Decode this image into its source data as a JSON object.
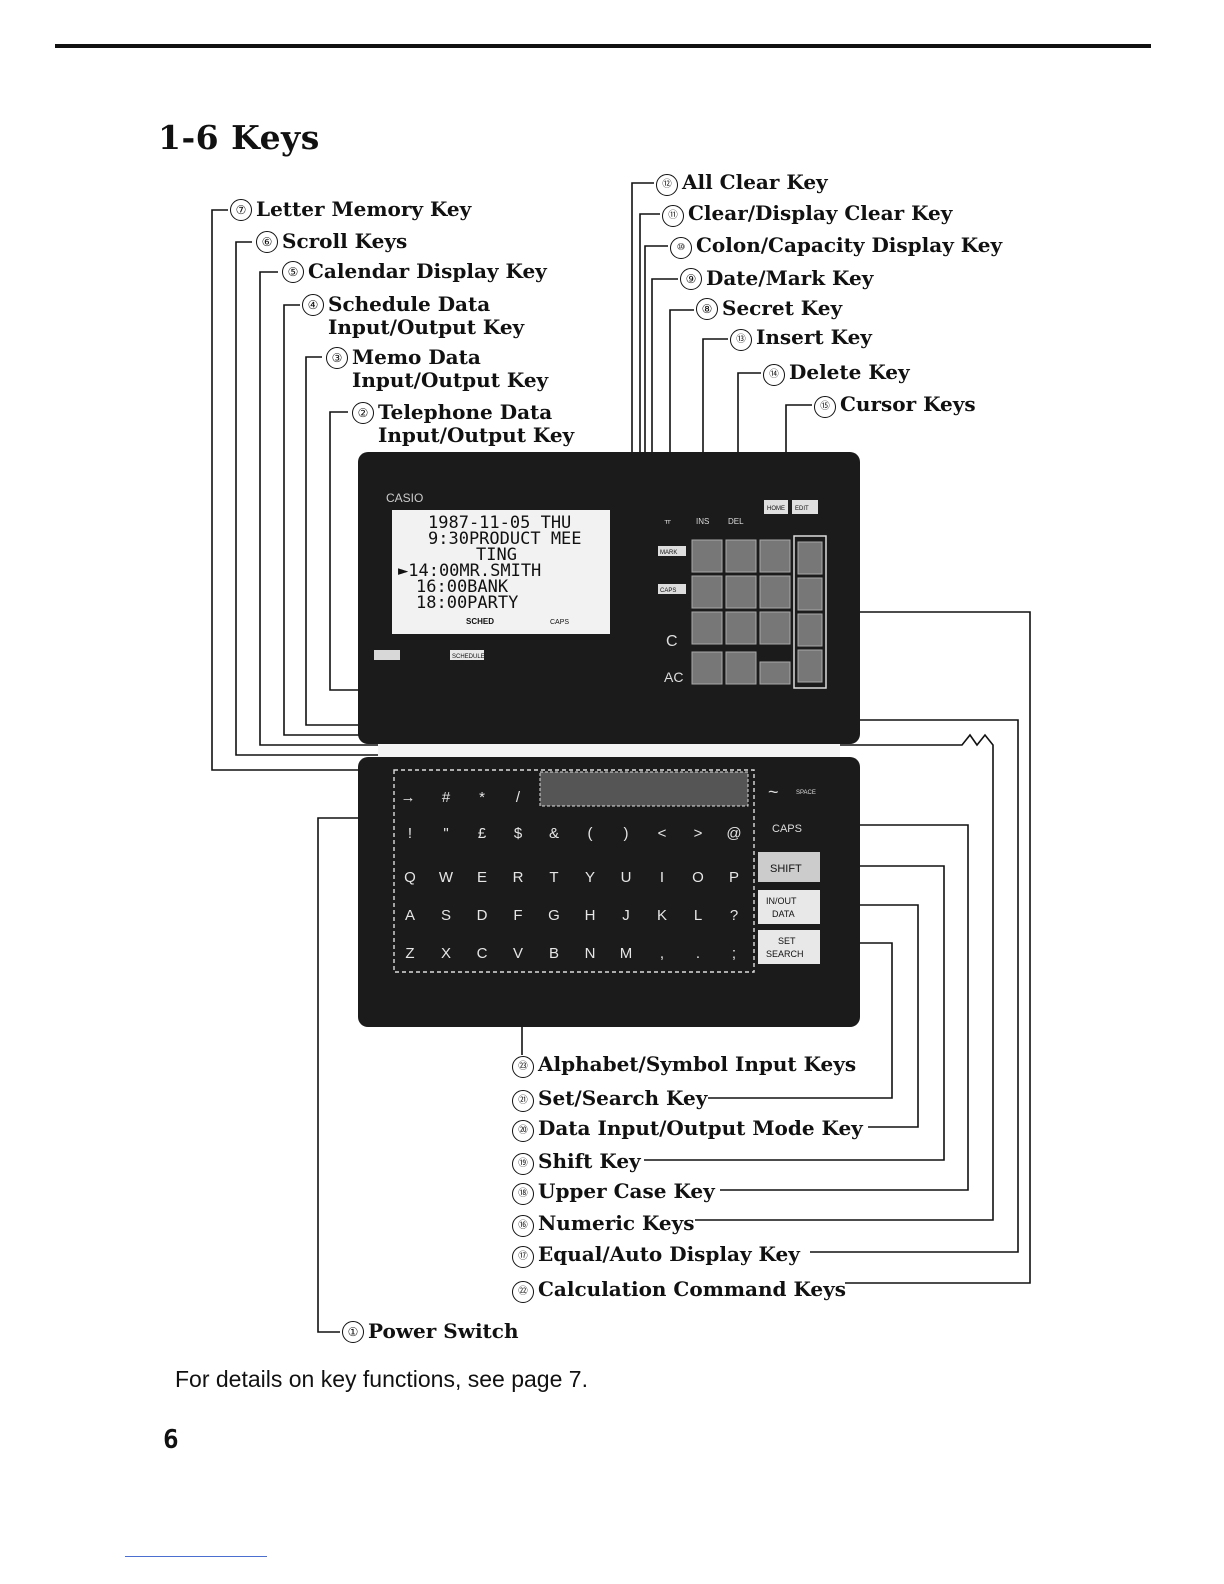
{
  "section_title": "1-6 Keys",
  "labels": [
    {
      "n": "⑦",
      "text": "Letter Memory Key"
    },
    {
      "n": "⑥",
      "text": "Scroll Keys"
    },
    {
      "n": "⑤",
      "text": "Calendar Display Key"
    },
    {
      "n": "④",
      "text": "Schedule Data",
      "text2": "Input/Output Key"
    },
    {
      "n": "③",
      "text": "Memo Data",
      "text2": "Input/Output Key"
    },
    {
      "n": "②",
      "text": "Telephone Data",
      "text2": "Input/Output Key"
    },
    {
      "n": "⑫",
      "text": "All Clear Key"
    },
    {
      "n": "⑪",
      "text": "Clear/Display Clear Key"
    },
    {
      "n": "⑩",
      "text": "Colon/Capacity Display Key"
    },
    {
      "n": "⑨",
      "text": "Date/Mark Key"
    },
    {
      "n": "⑧",
      "text": "Secret Key"
    },
    {
      "n": "⑬",
      "text": "Insert Key"
    },
    {
      "n": "⑭",
      "text": "Delete Key"
    },
    {
      "n": "⑮",
      "text": "Cursor Keys"
    },
    {
      "n": "㉓",
      "text": "Alphabet/Symbol Input Keys"
    },
    {
      "n": "㉑",
      "text": "Set/Search Key"
    },
    {
      "n": "⑳",
      "text": "Data Input/Output Mode Key"
    },
    {
      "n": "⑲",
      "text": "Shift Key"
    },
    {
      "n": "⑱",
      "text": "Upper Case Key"
    },
    {
      "n": "⑯",
      "text": "Numeric Keys"
    },
    {
      "n": "⑰",
      "text": "Equal/Auto Display Key"
    },
    {
      "n": "㉒",
      "text": "Calculation Command Keys"
    },
    {
      "n": "①",
      "text": "Power Switch"
    }
  ],
  "device": {
    "brand": "CASIO",
    "screen_lines": [
      "1987-11-05 THU",
      "9:30PRODUCT MEE",
      "TING",
      "►14:00MR.SMITH",
      "16:00BANK",
      "18:00PARTY"
    ],
    "screen_status_left": "SCHED",
    "screen_status_right": "CAPS",
    "btn_schedule": "SCHEDULE",
    "key_ins": "INS",
    "key_del": "DEL",
    "key_mark": "MARK",
    "key_caps_small": "CAPS",
    "key_home": "HOME",
    "key_edit": "EDIT",
    "key_c": "C",
    "key_ac": "AC",
    "key_caps": "CAPS",
    "key_shift": "SHIFT",
    "key_inout_1": "IN/OUT",
    "key_inout_2": "DATA",
    "key_set_1": "SET",
    "key_set_2": "SEARCH",
    "key_space": "SPACE",
    "key_tilde": "~",
    "keyboard_rows": [
      [
        "→",
        "#",
        "*",
        "/"
      ],
      [
        "!",
        "\"",
        "£",
        "$",
        "&",
        "(",
        ")",
        "<",
        ">",
        "@"
      ],
      [
        "Q",
        "W",
        "E",
        "R",
        "T",
        "Y",
        "U",
        "I",
        "O",
        "P"
      ],
      [
        "A",
        "S",
        "D",
        "F",
        "G",
        "H",
        "J",
        "K",
        "L",
        "?"
      ],
      [
        "Z",
        "X",
        "C",
        "V",
        "B",
        "N",
        "M",
        ",",
        ".",
        ";"
      ]
    ]
  },
  "footnote": "For details on key functions, see page 7.",
  "page_number": "6"
}
